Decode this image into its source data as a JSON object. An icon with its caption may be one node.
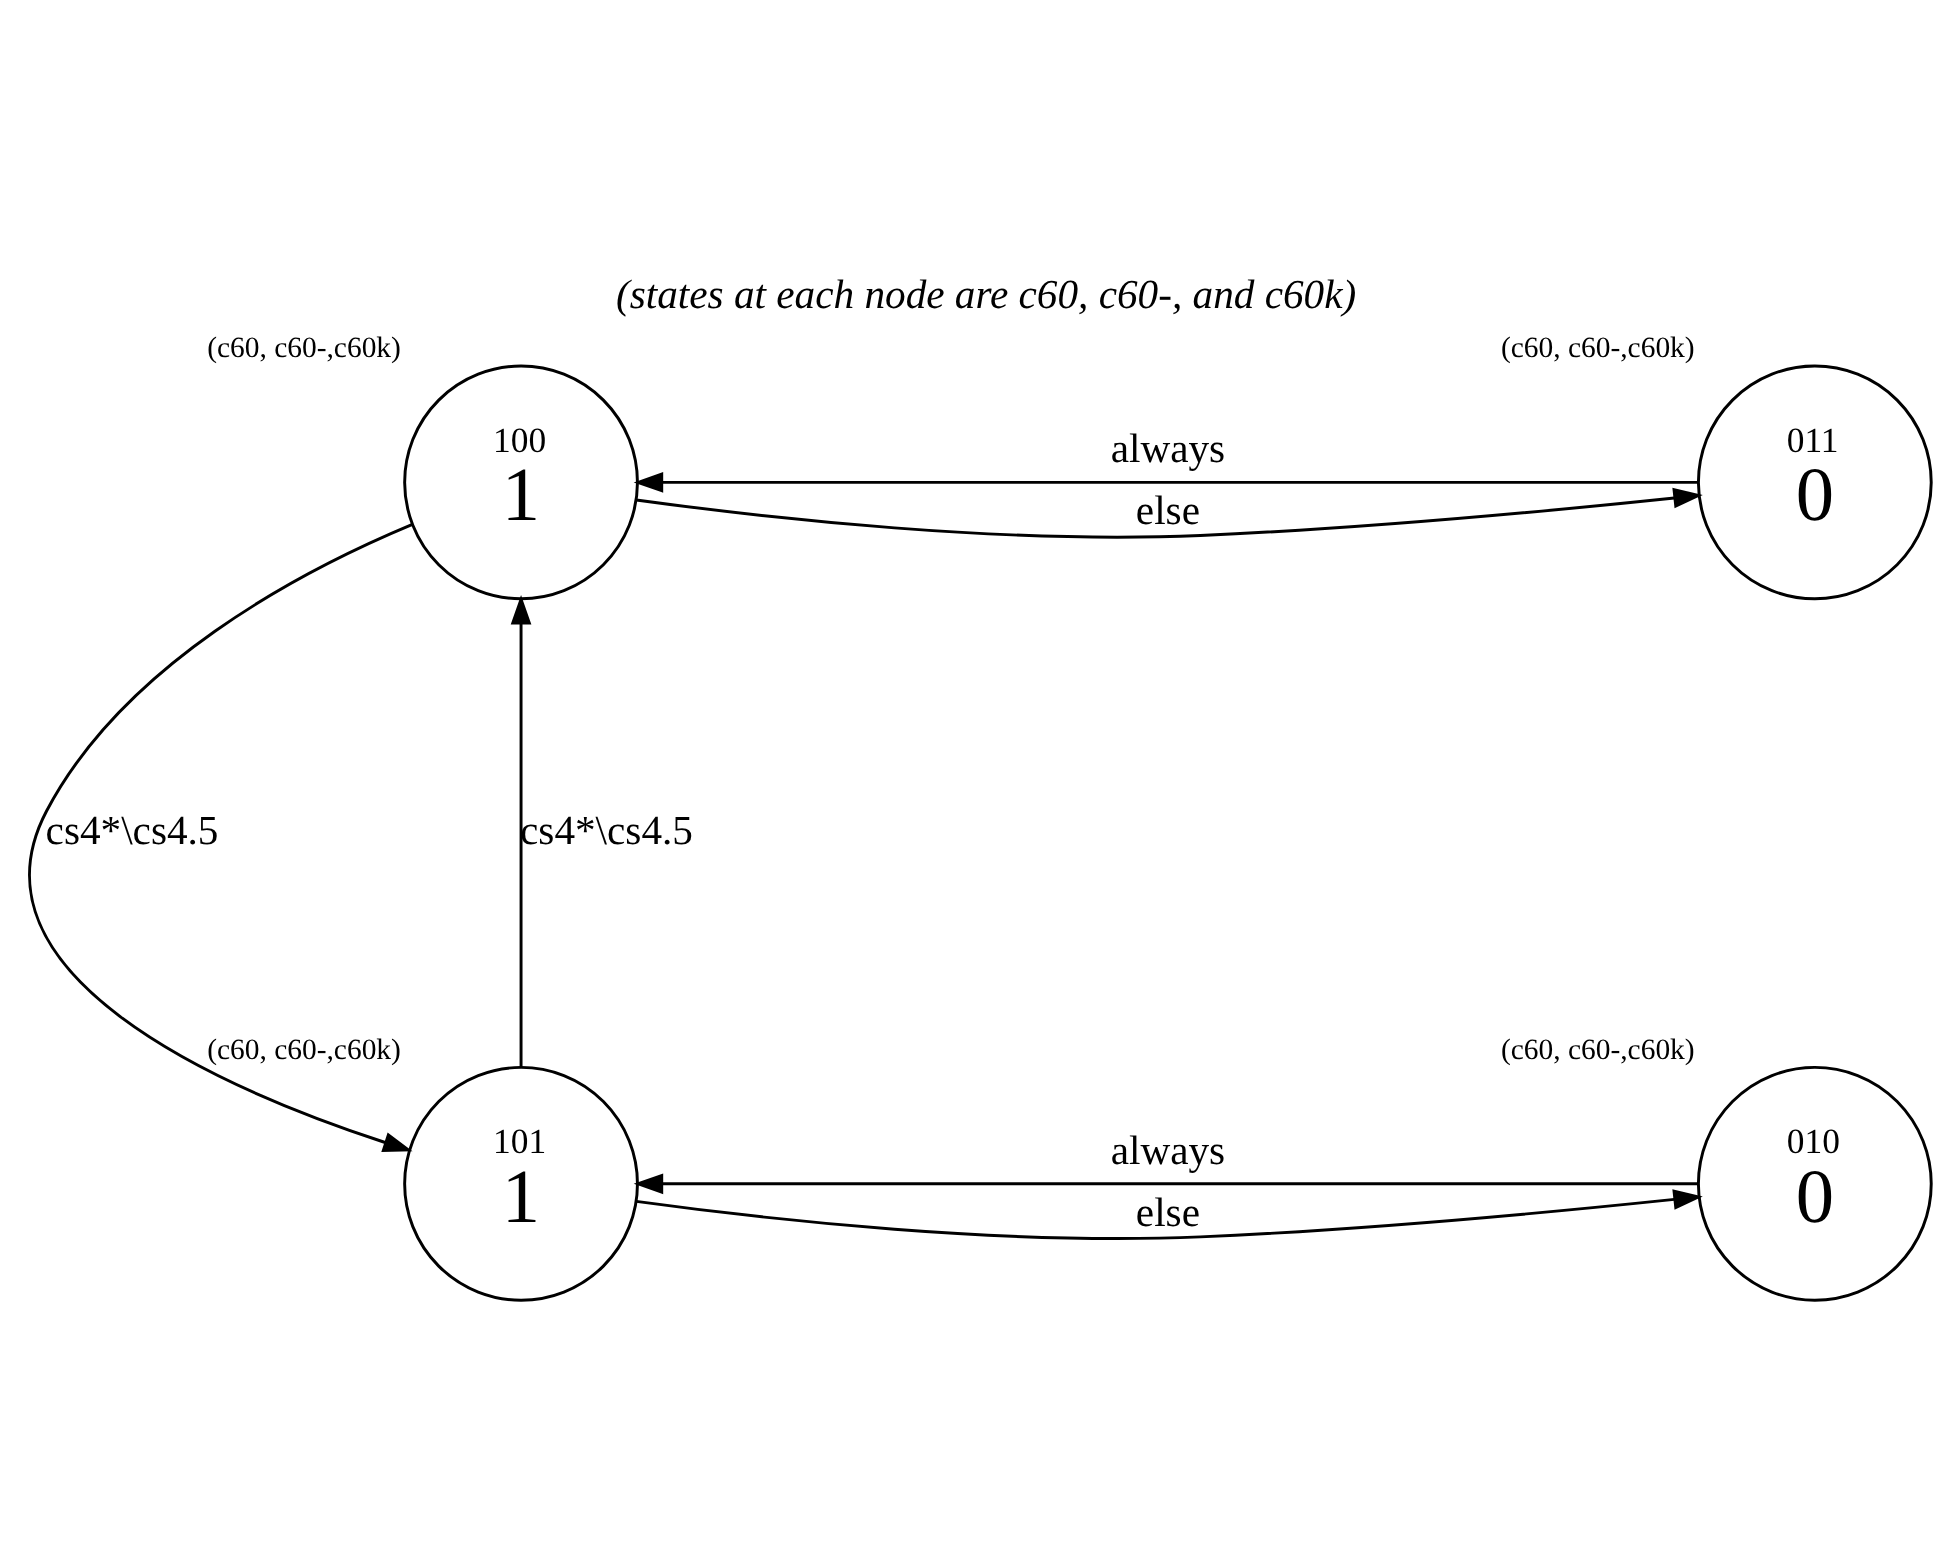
{
  "diagram": {
    "title": "(states at each node are c60, c60-, and c60k)",
    "nodes": [
      {
        "text": [
          "100",
          "1"
        ],
        "beside": [
          "(c60, c60-,c60k)"
        ]
      },
      {
        "text": [
          "011",
          "0"
        ],
        "beside": [
          "(c60, c60-,c60k)"
        ]
      },
      {
        "text": [
          "101",
          "1"
        ],
        "beside": [
          "(c60, c60-,c60k)"
        ]
      },
      {
        "text": [
          "010",
          "0"
        ],
        "beside": [
          "(c60, c60-,c60k)"
        ]
      }
    ],
    "edges": [
      {
        "from": 0,
        "to": 1,
        "arrow": "to",
        "label": "else"
      },
      {
        "from": 1,
        "to": 0,
        "arrow": "to",
        "label": "always"
      },
      {
        "from": 0,
        "to": 2,
        "arrow": "to",
        "label": "cs4*\\cs4.5"
      },
      {
        "from": 2,
        "to": 0,
        "arrow": "to",
        "label": "cs4*\\cs4.5"
      },
      {
        "from": 2,
        "to": 3,
        "arrow": "to",
        "label": "else"
      },
      {
        "from": 3,
        "to": 2,
        "arrow": "to",
        "label": "always"
      }
    ]
  }
}
